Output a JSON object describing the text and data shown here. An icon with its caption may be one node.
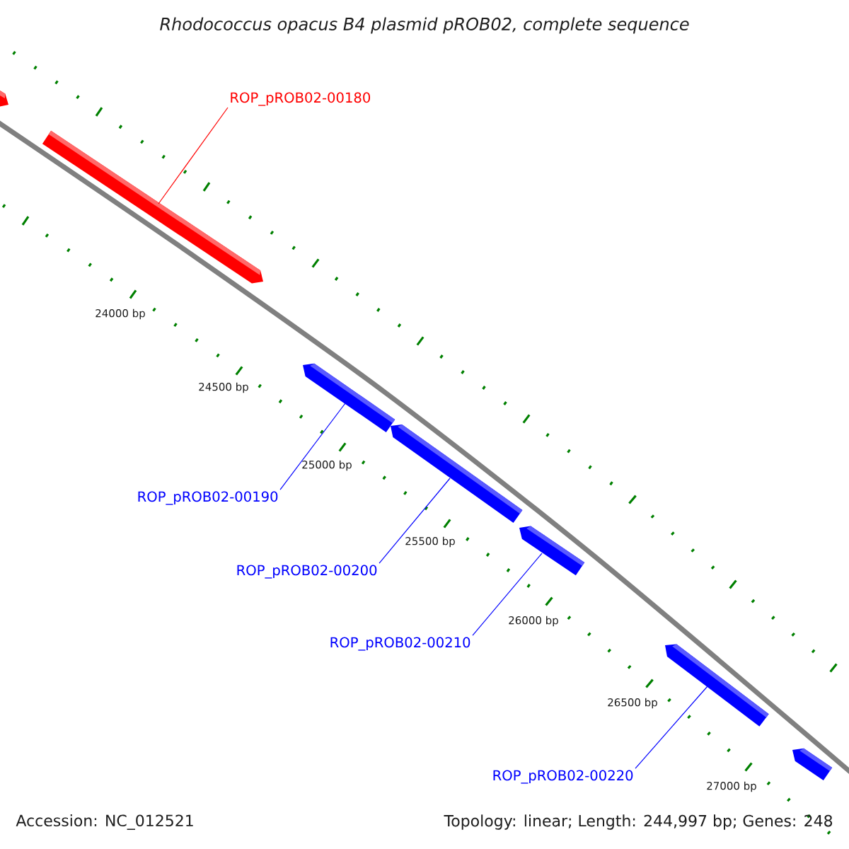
{
  "diagram": {
    "title": "Rhodococcus opacus B4 plasmid pROB02, complete sequence",
    "nodes": [
      {
        "text": [],
        "shape": "arrow"
      },
      {
        "text": [
          "ROP_pROB02-00180"
        ]
      },
      {
        "text": [],
        "shape": "arrow"
      },
      {
        "text": [],
        "shape": "arrow"
      },
      {
        "text": [],
        "shape": "arrow"
      },
      {
        "text": [
          "ROP_pROB02-00190"
        ]
      },
      {
        "text": [
          "ROP_pROB02-00200"
        ]
      },
      {
        "text": [],
        "shape": "arrow"
      },
      {
        "text": [
          "ROP_pROB02-00210"
        ]
      },
      {
        "text": [],
        "shape": "arrow"
      },
      {
        "text": [
          "ROP_pROB02-00220"
        ]
      },
      {
        "text": [],
        "shape": "arrow"
      }
    ],
    "edges": [
      {
        "from": 1,
        "to": 2,
        "arrow": "none",
        "color": "#ff0000"
      },
      {
        "from": 5,
        "to": 3,
        "arrow": "none"
      },
      {
        "from": 6,
        "to": 4,
        "arrow": "none"
      },
      {
        "from": 8,
        "to": 7,
        "arrow": "none"
      },
      {
        "from": 10,
        "to": 9,
        "arrow": "none"
      }
    ],
    "labels": [
      "24000 bp",
      "24500 bp",
      "25000 bp",
      "25500 bp",
      "26000 bp",
      "26500 bp",
      "27000 bp",
      "Accession: NC_012521",
      "Topology: linear; Length: 244,997 bp; Genes: 248"
    ]
  }
}
